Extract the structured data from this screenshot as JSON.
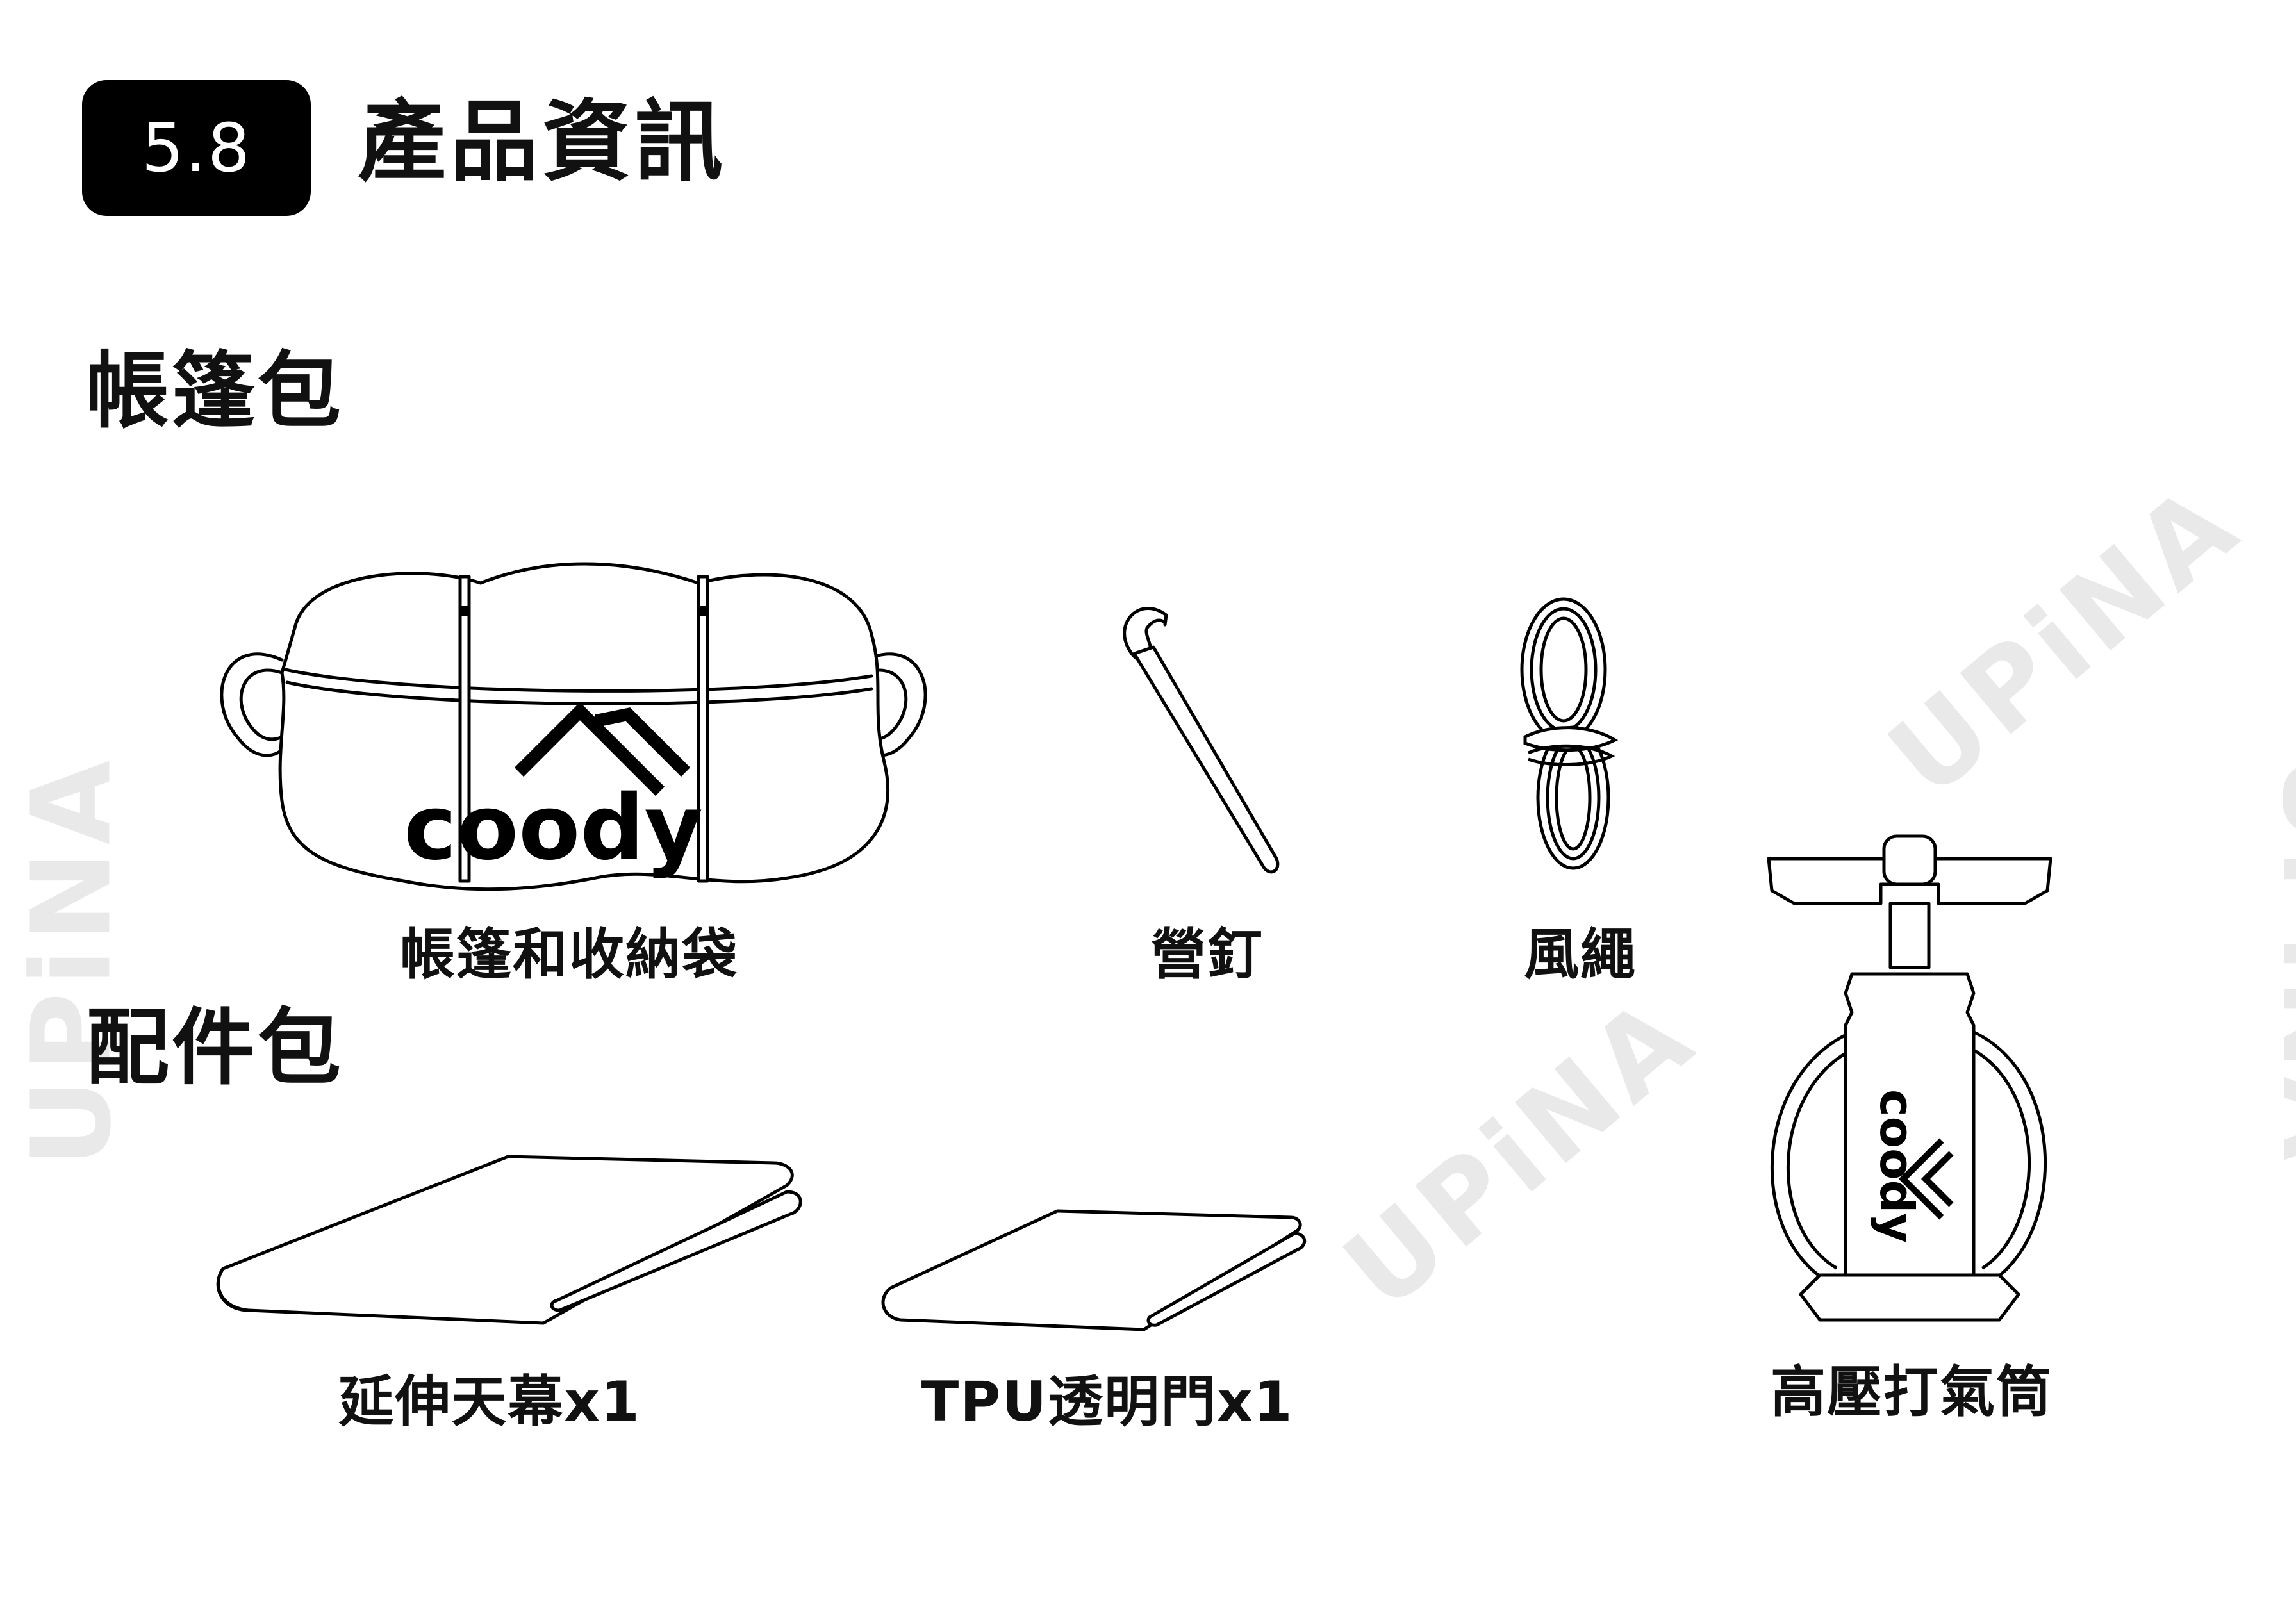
{
  "header": {
    "section_number": "5.8",
    "title": "產品資訊"
  },
  "groups": [
    {
      "title": "帳篷包",
      "items": [
        {
          "label": "帳篷和收納袋",
          "icon": "tent-bag-illustration"
        },
        {
          "label": "營釘",
          "icon": "tent-stake-illustration"
        },
        {
          "label": "風繩",
          "icon": "guy-rope-illustration"
        }
      ]
    },
    {
      "title": "配件包",
      "items": [
        {
          "label": "延伸天幕x1",
          "icon": "folded-tarp-illustration"
        },
        {
          "label": "TPU透明門x1",
          "icon": "folded-tpu-door-illustration"
        },
        {
          "label": "高壓打氣筒",
          "icon": "air-pump-illustration"
        }
      ]
    }
  ],
  "brand": {
    "logo_text": "coody"
  },
  "watermark": {
    "text": "UPiNA"
  }
}
